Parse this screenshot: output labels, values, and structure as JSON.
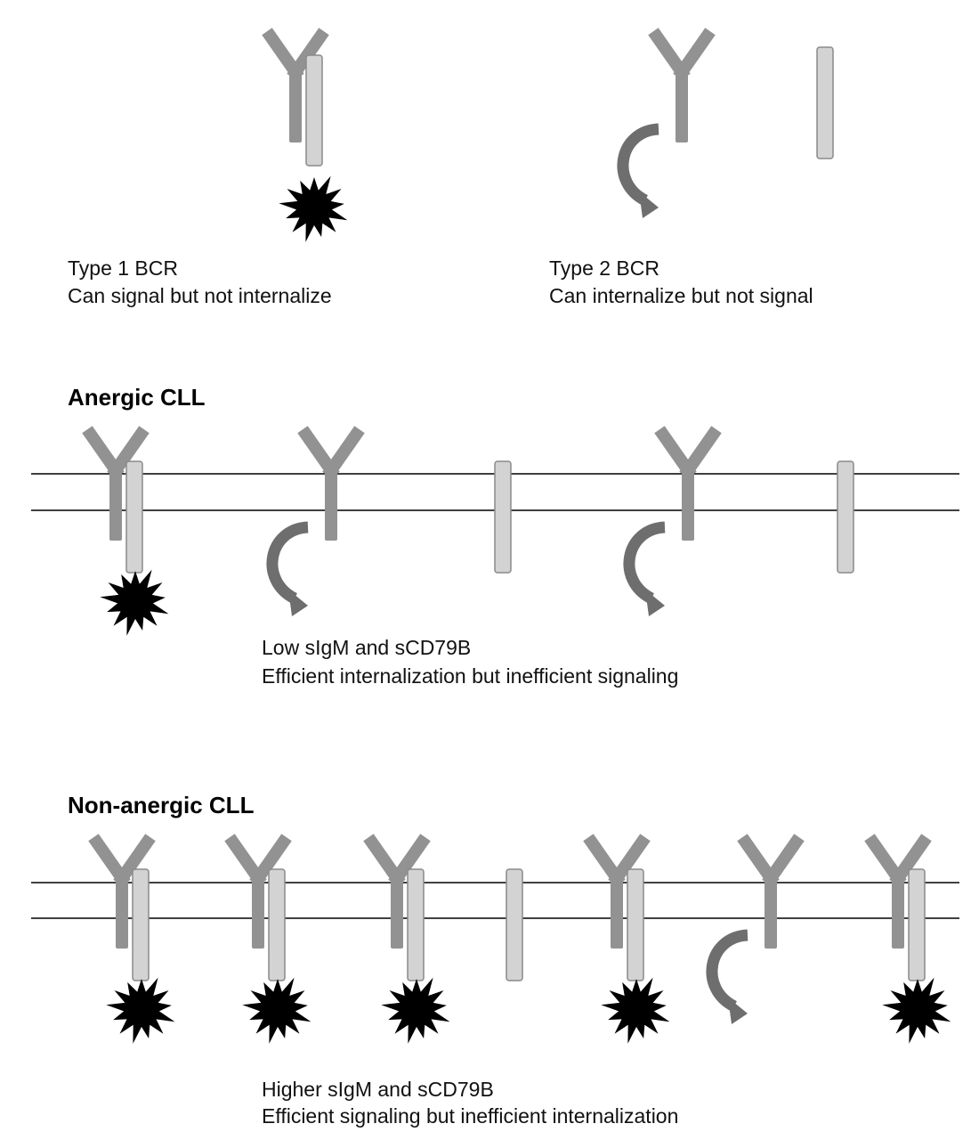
{
  "colors": {
    "igm": "#929292",
    "cd79b_fill": "#d3d3d3",
    "cd79b_stroke": "#8a8a8a",
    "arrow": "#6e6e6e",
    "signal": "#000000",
    "membrane": "#000000",
    "text": "#111111"
  },
  "legend": {
    "type1": {
      "title": "Type 1 BCR",
      "description": "Can signal but not internalize",
      "components": [
        "igm",
        "cd79b",
        "signal"
      ]
    },
    "type2": {
      "title": "Type 2 BCR",
      "description": "Can internalize but not signal",
      "components": [
        "igm",
        "internalization-arrow",
        "cd79b-separate"
      ]
    }
  },
  "panels": [
    {
      "id": "anergic",
      "title": "Anergic CLL",
      "caption_line1": "Low sIgM and sCD79B",
      "caption_line2": "Efficient internalization but inefficient signaling",
      "units": [
        {
          "kind": "paired",
          "signal": true
        },
        {
          "kind": "igm-only",
          "internalize": true
        },
        {
          "kind": "cd79b-only"
        },
        {
          "kind": "igm-only",
          "internalize": true
        },
        {
          "kind": "cd79b-only"
        }
      ]
    },
    {
      "id": "non-anergic",
      "title": "Non-anergic CLL",
      "caption_line1": "Higher sIgM and sCD79B",
      "caption_line2": "Efficient signaling but inefficient internalization",
      "units": [
        {
          "kind": "paired",
          "signal": true
        },
        {
          "kind": "paired",
          "signal": true
        },
        {
          "kind": "paired",
          "signal": true
        },
        {
          "kind": "cd79b-only"
        },
        {
          "kind": "paired",
          "signal": true
        },
        {
          "kind": "igm-only",
          "internalize": true
        },
        {
          "kind": "paired",
          "signal": true
        }
      ]
    }
  ]
}
